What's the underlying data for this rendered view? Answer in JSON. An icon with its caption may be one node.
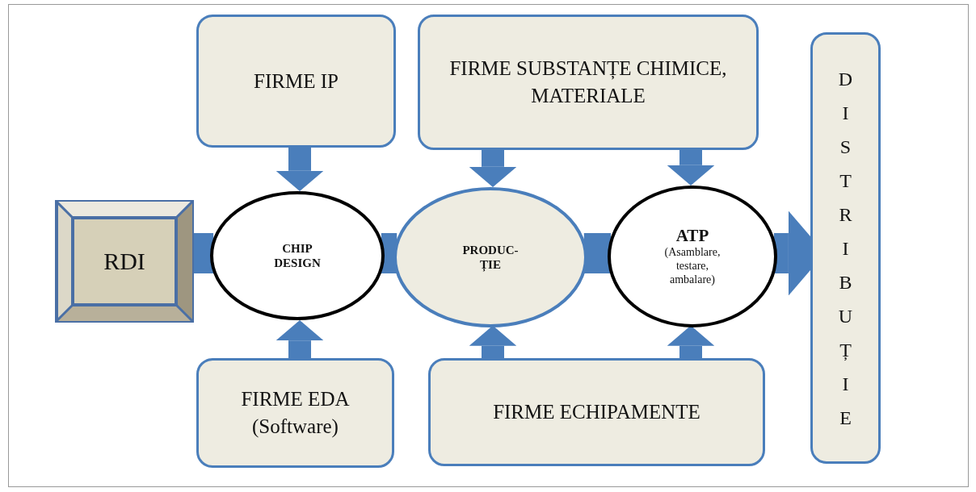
{
  "diagram": {
    "nodes": [
      {
        "text": [
          "FIRME IP"
        ]
      },
      {
        "text": [
          "FIRME SUBSTANȚE CHIMICE, MATERIALE"
        ]
      },
      {
        "text": [
          "DISTRIBUȚIE"
        ]
      },
      {
        "text": [
          "RDI"
        ]
      },
      {
        "text": [
          "CHIP DESIGN"
        ]
      },
      {
        "text": [
          "PRODUC- ȚIE"
        ]
      },
      {
        "text": [
          "ATP",
          "(Asamblare, testare, ambalare)"
        ]
      },
      {
        "text": [
          "FIRME EDA (Software)"
        ]
      },
      {
        "text": [
          "FIRME ECHIPAMENTE"
        ]
      }
    ],
    "edges": [
      {
        "from": 3,
        "to": 4,
        "arrow": "none"
      },
      {
        "from": 0,
        "to": 4,
        "arrow": "to"
      },
      {
        "from": 7,
        "to": 4,
        "arrow": "to"
      },
      {
        "from": 4,
        "to": 5,
        "arrow": "none"
      },
      {
        "from": 1,
        "to": 5,
        "arrow": "to"
      },
      {
        "from": 8,
        "to": 5,
        "arrow": "to"
      },
      {
        "from": 5,
        "to": 6,
        "arrow": "none"
      },
      {
        "from": 1,
        "to": 6,
        "arrow": "to"
      },
      {
        "from": 8,
        "to": 6,
        "arrow": "to"
      },
      {
        "from": 6,
        "to": 2,
        "arrow": "to"
      }
    ]
  }
}
